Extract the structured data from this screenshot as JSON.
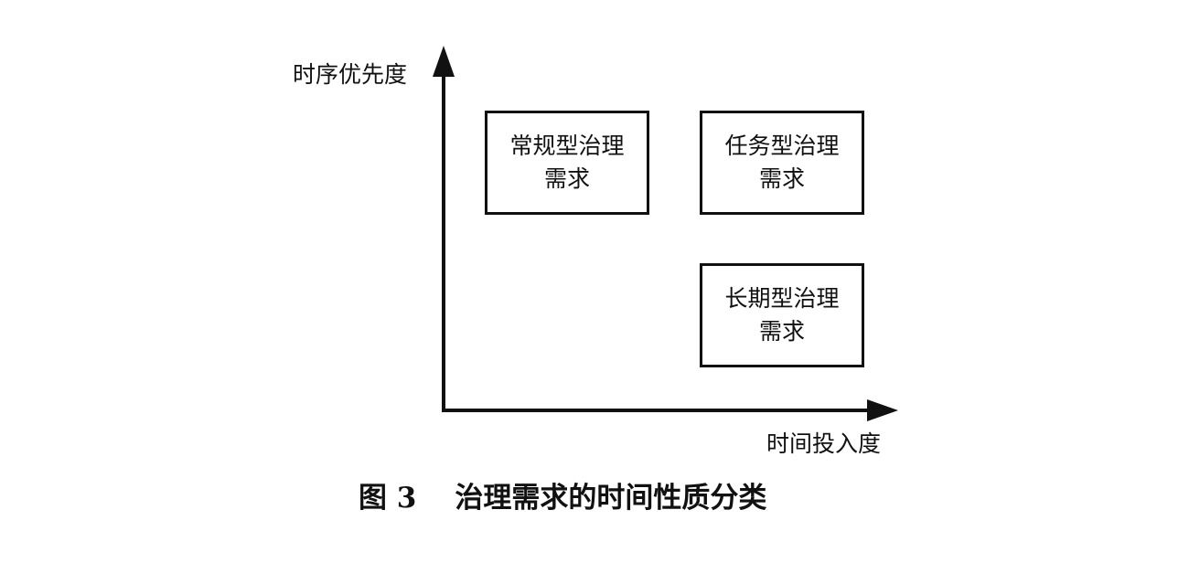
{
  "diagram": {
    "y_axis_label": "时序优先度",
    "x_axis_label": "时间投入度",
    "boxes": [
      {
        "line1": "常规型治理",
        "line2": "需求"
      },
      {
        "line1": "任务型治理",
        "line2": "需求"
      },
      {
        "line1": "长期型治理",
        "line2": "需求"
      }
    ]
  },
  "caption": {
    "number": "图 3",
    "title": "治理需求的时间性质分类"
  }
}
